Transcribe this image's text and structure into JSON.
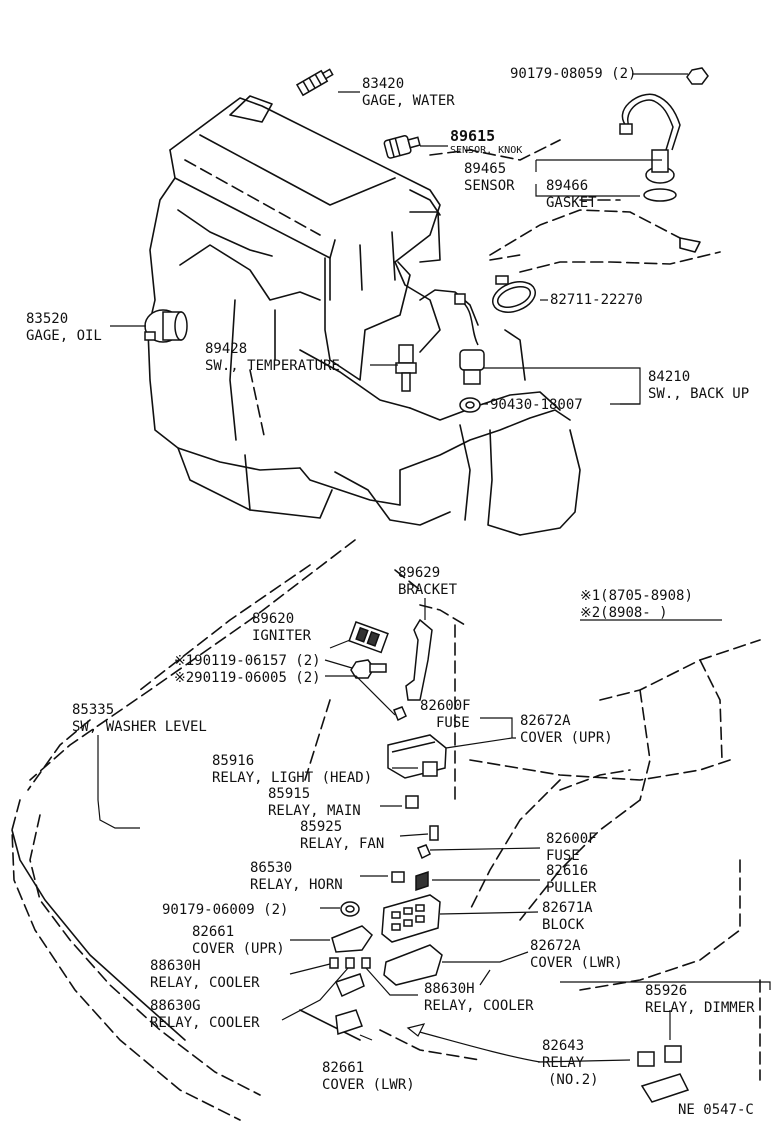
{
  "code": "NE 0547-C",
  "legend": {
    "n1": "※1(8705-8908)",
    "n2": "※2(8908-       )"
  },
  "parts": {
    "p83420": {
      "num": "83420",
      "name": "GAGE, WATER"
    },
    "p90179_08059": {
      "num": "90179-08059 (2)"
    },
    "p89615": {
      "num": "89615",
      "name": "SENSOR, KNOK"
    },
    "p89465": {
      "num": "89465",
      "name": "SENSOR"
    },
    "p89466": {
      "num": "89466",
      "name": "GASKET"
    },
    "p82711": {
      "num": "82711-22270"
    },
    "p83520": {
      "num": "83520",
      "name": "GAGE, OIL"
    },
    "p89428": {
      "num": "89428",
      "name": "SW., TEMPERATURE"
    },
    "p84210": {
      "num": "84210",
      "name": "SW., BACK UP"
    },
    "p90430": {
      "num": "90430-18007"
    },
    "p89629": {
      "num": "89629",
      "name": "BRACKET"
    },
    "p89620": {
      "num": "89620",
      "name": "IGNITER"
    },
    "p90119_06157": {
      "num": "※190119-06157 (2)"
    },
    "p90119_06005": {
      "num": "※290119-06005 (2)"
    },
    "p85335": {
      "num": "85335",
      "name": "SW, WASHER LEVEL"
    },
    "p82600F_a": {
      "num": "82600F",
      "name": "FUSE"
    },
    "p82672A_a": {
      "num": "82672A",
      "name": "COVER (UPR)"
    },
    "p85916": {
      "num": "85916",
      "name": "RELAY, LIGHT (HEAD)"
    },
    "p85915": {
      "num": "85915",
      "name": "RELAY, MAIN"
    },
    "p85925": {
      "num": "85925",
      "name": "RELAY, FAN"
    },
    "p82600F_b": {
      "num": "82600F",
      "name": "FUSE"
    },
    "p86530": {
      "num": "86530",
      "name": "RELAY, HORN"
    },
    "p82616": {
      "num": "82616",
      "name": "PULLER"
    },
    "p90179_06009": {
      "num": "90179-06009 (2)"
    },
    "p82671A": {
      "num": "82671A",
      "name": "BLOCK"
    },
    "p82661_a": {
      "num": "82661",
      "name": "COVER (UPR)"
    },
    "p82672A_b": {
      "num": "82672A",
      "name": "COVER (LWR)"
    },
    "p88630H_a": {
      "num": "88630H",
      "name": "RELAY, COOLER"
    },
    "p88630H_b": {
      "num": "88630H",
      "name": "RELAY, COOLER"
    },
    "p88630G": {
      "num": "88630G",
      "name": "RELAY, COOLER"
    },
    "p85926": {
      "num": "85926",
      "name": "RELAY, DIMMER"
    },
    "p82643": {
      "num": "82643",
      "name": "RELAY",
      "sub": "(NO.2)"
    },
    "p82661_b": {
      "num": "82661",
      "name": "COVER (LWR)"
    }
  }
}
